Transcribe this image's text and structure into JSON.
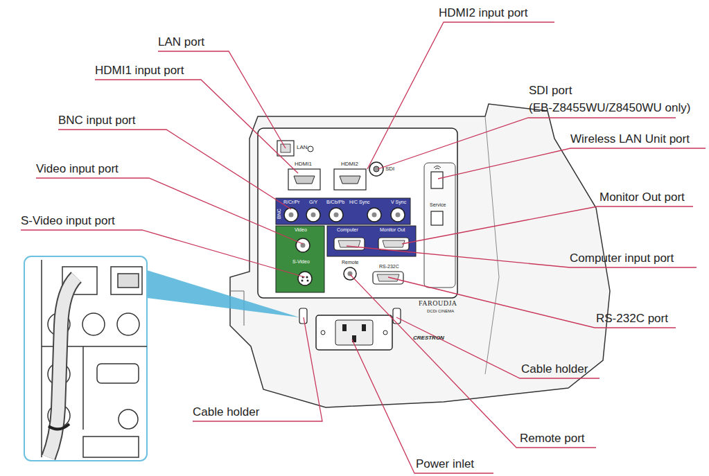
{
  "diagram": {
    "labels": [
      "LAN port",
      "HDMI2 input port",
      "HDMI1 input port",
      "SDI port",
      "(EB-Z8455WU/Z8450WU only)",
      "BNC input port",
      "Wireless LAN Unit port",
      "Video input port",
      "Monitor Out port",
      "S-Video input port",
      "Computer input port",
      "RS-232C port",
      "Cable holder",
      "Cable holder",
      "Remote port",
      "Power inlet",
      "LAN",
      "HDMI1",
      "HDMI2",
      "SDI",
      "BNC",
      "R/Cr/Pr",
      "G/Y",
      "B/Cb/Pb",
      "H/C Sync",
      "V Sync",
      "Video",
      "S-Video",
      "Computer",
      "Monitor Out",
      "Remote",
      "RS-232C",
      "Service",
      "FAROUDJA",
      "DCDi CINEMA",
      "CRESTRON"
    ]
  }
}
